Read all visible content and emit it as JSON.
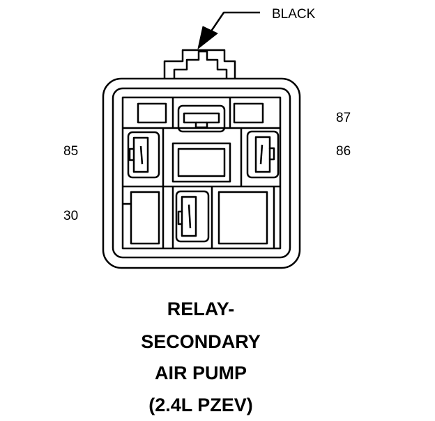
{
  "connector": {
    "color_label": "BLACK",
    "pins": {
      "p87": "87",
      "p85": "85",
      "p86": "86",
      "p30": "30"
    }
  },
  "caption": {
    "line1": "RELAY-",
    "line2": "SECONDARY",
    "line3": "AIR PUMP",
    "line4": "(2.4L PZEV)"
  },
  "colors": {
    "ink": "#000000",
    "paper": "#ffffff"
  }
}
